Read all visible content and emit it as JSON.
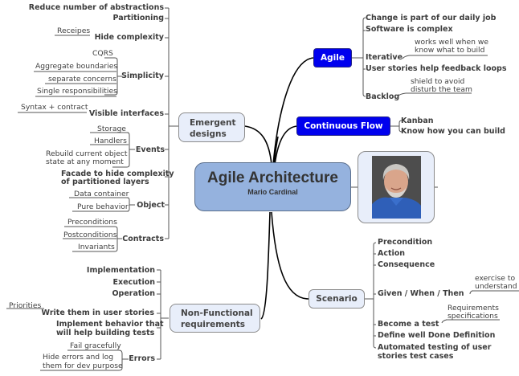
{
  "central": {
    "title": "Agile Architecture",
    "subtitle": "Mario Cardinal"
  },
  "colors": {
    "agile_fill": "#0000ee",
    "central_fill": "#95b2de",
    "light_fill": "#e8eefa",
    "line": "#000000"
  },
  "branches": {
    "emergent": {
      "label_line1": "Emergent",
      "label_line2": "designs",
      "children": [
        {
          "label": "Reduce number of abstractions"
        },
        {
          "label": "Partitioning"
        },
        {
          "label": "Hide complexity",
          "notes": [
            "Receipes"
          ]
        },
        {
          "label": "Simplicity",
          "notes": [
            "CQRS",
            "Aggregate boundaries",
            "separate concerns",
            "Single responsibilities"
          ]
        },
        {
          "label": "Visible interfaces",
          "notes": [
            "Syntax + contract"
          ]
        },
        {
          "label": "Events",
          "notes": [
            "Storage",
            "Handlers",
            "Rebuild current object",
            "state at any moment"
          ]
        },
        {
          "label": "Facade to hide complexity",
          "label2": "of partitioned layers"
        },
        {
          "label": "Object",
          "notes": [
            "Data container",
            "Pure behavior"
          ]
        },
        {
          "label": "Contracts",
          "notes": [
            "Preconditions",
            "Postconditions",
            "Invariants"
          ]
        }
      ]
    },
    "nonfunctional": {
      "label_line1": "Non-Functional",
      "label_line2": "requirements",
      "children": [
        {
          "label": "Implementation"
        },
        {
          "label": "Execution"
        },
        {
          "label": "Operation"
        },
        {
          "label": "Write them in user stories",
          "notes": [
            "Priorities"
          ]
        },
        {
          "label": "Implement behavior that",
          "label2": "will help building tests"
        },
        {
          "label": "Errors",
          "notes": [
            "Fail gracefully",
            "Hide errors and log",
            "them for dev purpose"
          ]
        }
      ]
    },
    "agile": {
      "label": "Agile",
      "children": [
        {
          "label": "Change is part of our daily job"
        },
        {
          "label": "Software is complex"
        },
        {
          "label": "Iterative",
          "notes": [
            "works well when we",
            "know what to build"
          ]
        },
        {
          "label": "User stories help feedback loops"
        },
        {
          "label": "Backlog",
          "notes": [
            "shield to avoid",
            "disturb the team"
          ]
        }
      ]
    },
    "flow": {
      "label": "Continuous Flow",
      "children": [
        {
          "label": "Kanban"
        },
        {
          "label": "Know how you can build"
        }
      ]
    },
    "photo": {
      "alt": "Mario Cardinal portrait"
    },
    "scenario": {
      "label": "Scenario",
      "children": [
        {
          "label": "Precondition"
        },
        {
          "label": "Action"
        },
        {
          "label": "Consequence"
        },
        {
          "label": "Given / When / Then",
          "notes": [
            "exercise to",
            "understand"
          ]
        },
        {
          "label": "Become a test",
          "notes": [
            "Requirements",
            "specifications"
          ]
        },
        {
          "label": "Define well Done Definition"
        },
        {
          "label": "Automated testing of user",
          "label2": "stories test cases"
        }
      ]
    }
  }
}
